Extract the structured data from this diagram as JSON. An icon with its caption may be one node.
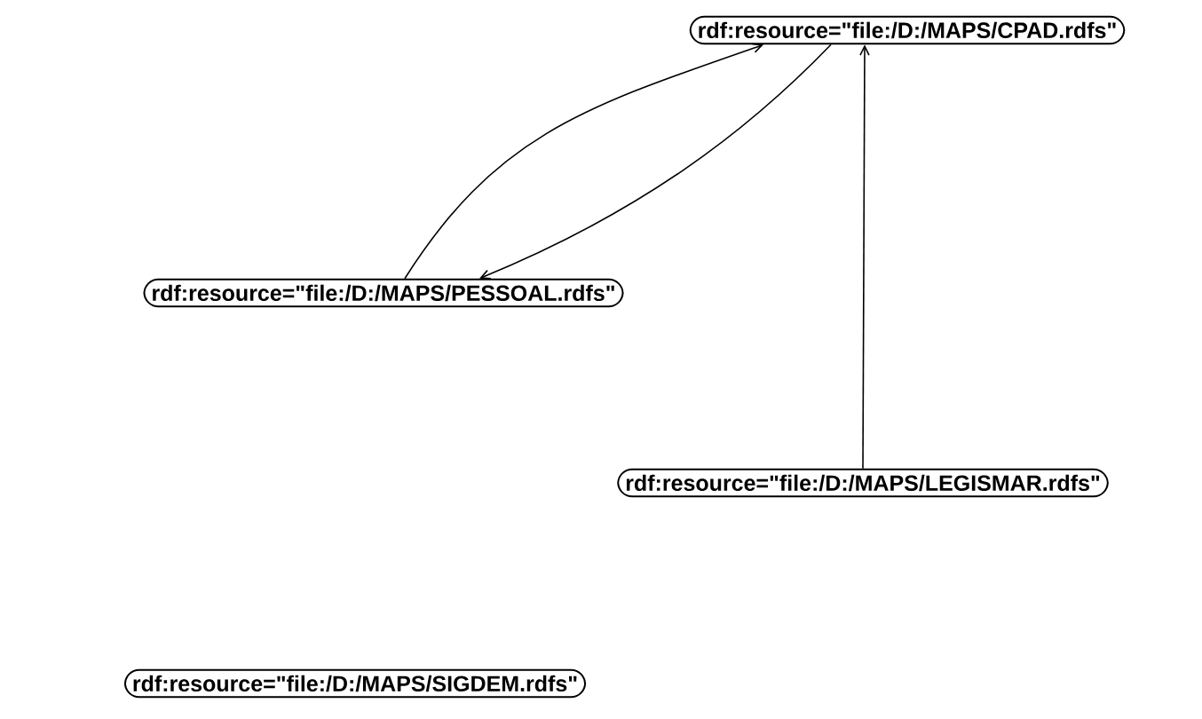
{
  "diagram": {
    "nodes": [
      {
        "text": [
          "rdf:resource=\"file:/D:/MAPS/CPAD.rdfs\""
        ]
      },
      {
        "text": [
          "rdf:resource=\"file:/D:/MAPS/PESSOAL.rdfs\""
        ]
      },
      {
        "text": [
          "rdf:resource=\"file:/D:/MAPS/LEGISMAR.rdfs\""
        ]
      },
      {
        "text": [
          "rdf:resource=\"file:/D:/MAPS/SIGDEM.rdfs\""
        ]
      }
    ],
    "edges": [
      {
        "from": 1,
        "to": 0,
        "arrow": "to"
      },
      {
        "from": 0,
        "to": 1,
        "arrow": "to"
      },
      {
        "from": 2,
        "to": 0,
        "arrow": "to"
      }
    ]
  }
}
